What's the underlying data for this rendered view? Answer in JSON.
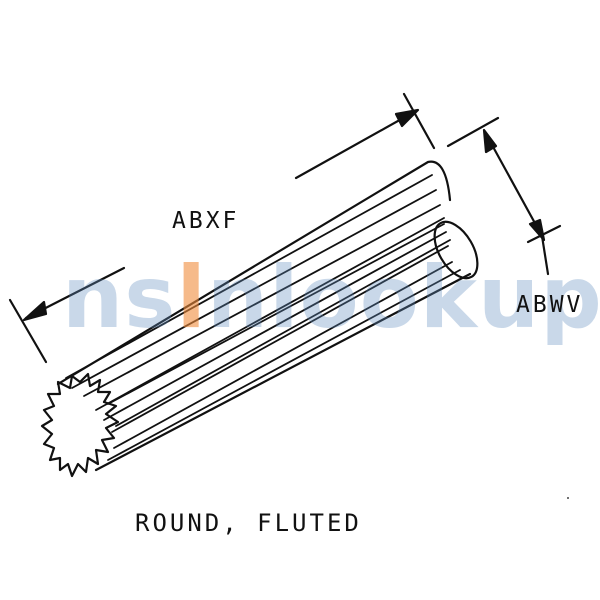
{
  "labels": {
    "length": "ABXF",
    "diameter": "ABWV",
    "caption": "ROUND, FLUTED"
  },
  "watermark": {
    "text_pre": "ns",
    "text_accent": "l",
    "text_post": "nlookup"
  },
  "colors": {
    "ink": "#111111",
    "watermark": "#608cbe",
    "watermark_accent": "#f08c3c"
  }
}
